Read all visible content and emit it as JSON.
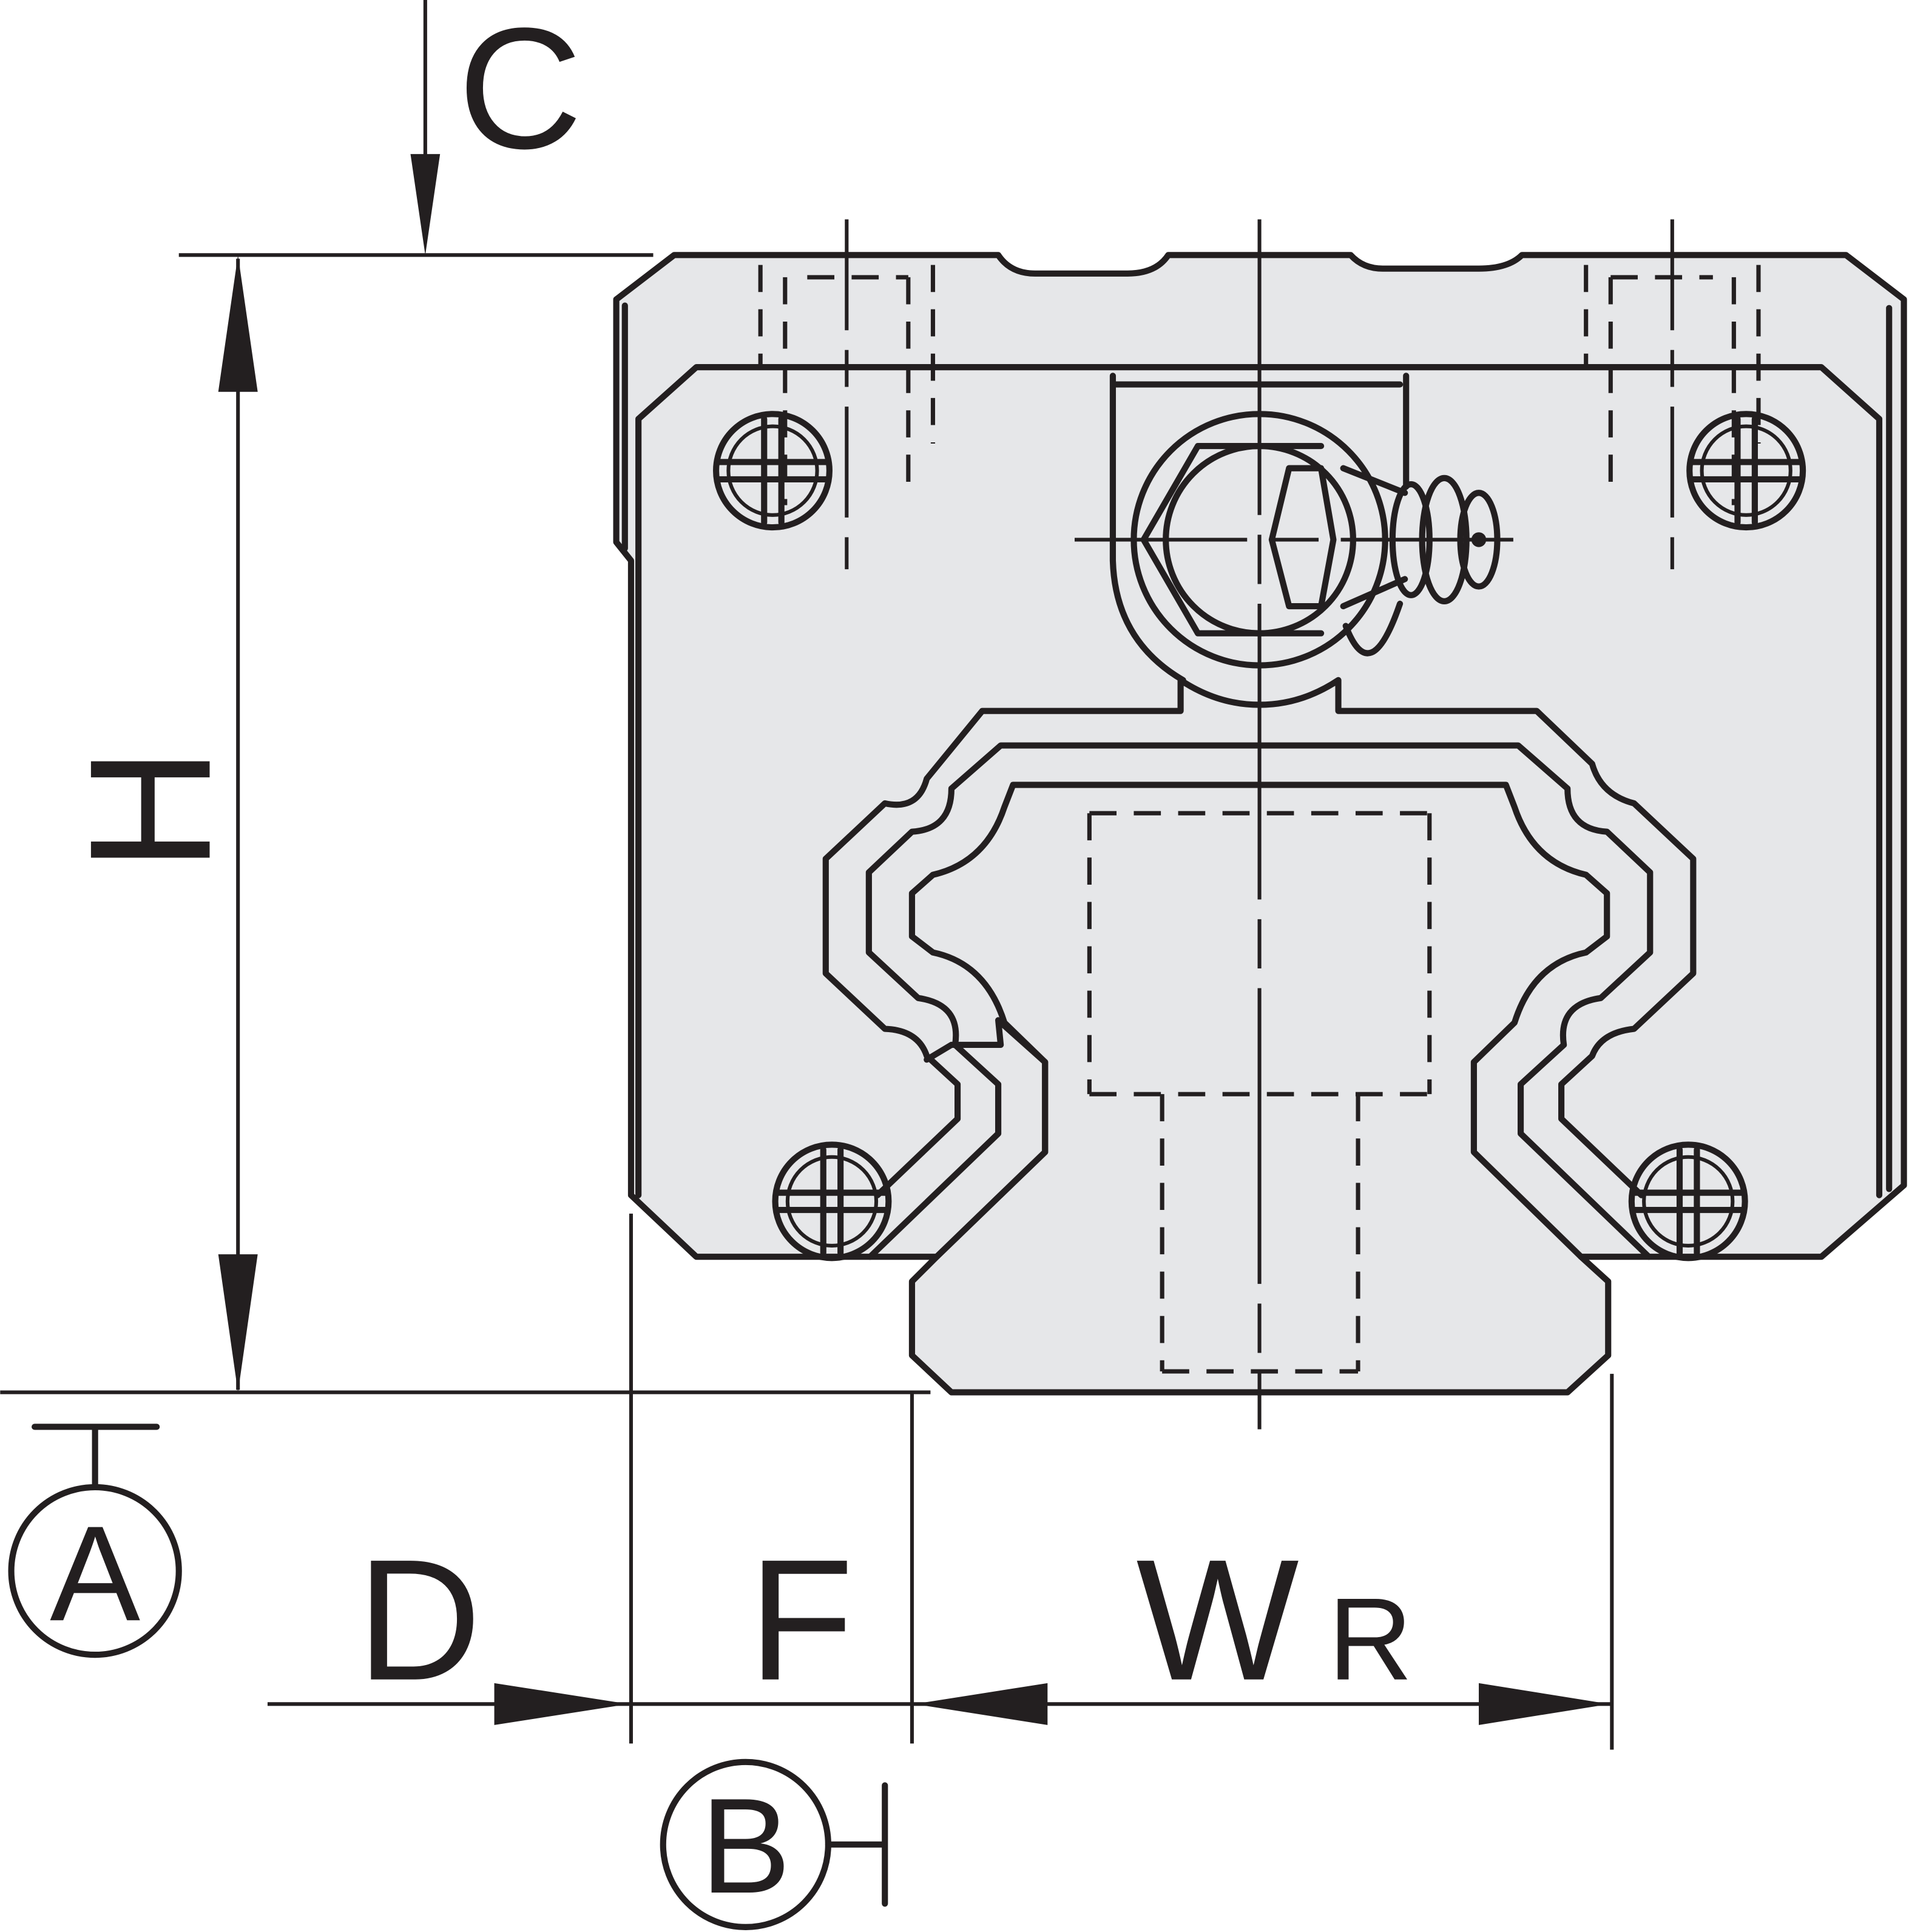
{
  "diagram": {
    "type": "linear guide block cross-section dimension drawing",
    "labels": {
      "c": "C",
      "h": "H",
      "d": "D",
      "f": "F",
      "wr_main": "W",
      "wr_sub": "R"
    },
    "datums": {
      "a": "A",
      "b": "B"
    },
    "colors": {
      "line": "#231f20",
      "fill": "#e6e7e9"
    }
  }
}
